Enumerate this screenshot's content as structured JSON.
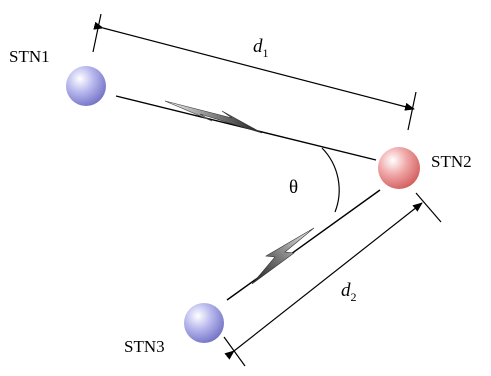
{
  "stations": {
    "stn1": {
      "label": "STN1"
    },
    "stn2": {
      "label": "STN2"
    },
    "stn3": {
      "label": "STN3"
    }
  },
  "distances": {
    "d1": {
      "symbol": "d",
      "subscript": "1"
    },
    "d2": {
      "symbol": "d",
      "subscript": "2"
    }
  },
  "angle": {
    "symbol": "θ"
  },
  "colors": {
    "stn1_sphere": "#9a9ae0",
    "stn2_sphere": "#e88a8a",
    "stn3_sphere": "#9a9ae0",
    "line": "#000000",
    "bolt_light": "#f2f2f2",
    "bolt_dark": "#222222"
  }
}
